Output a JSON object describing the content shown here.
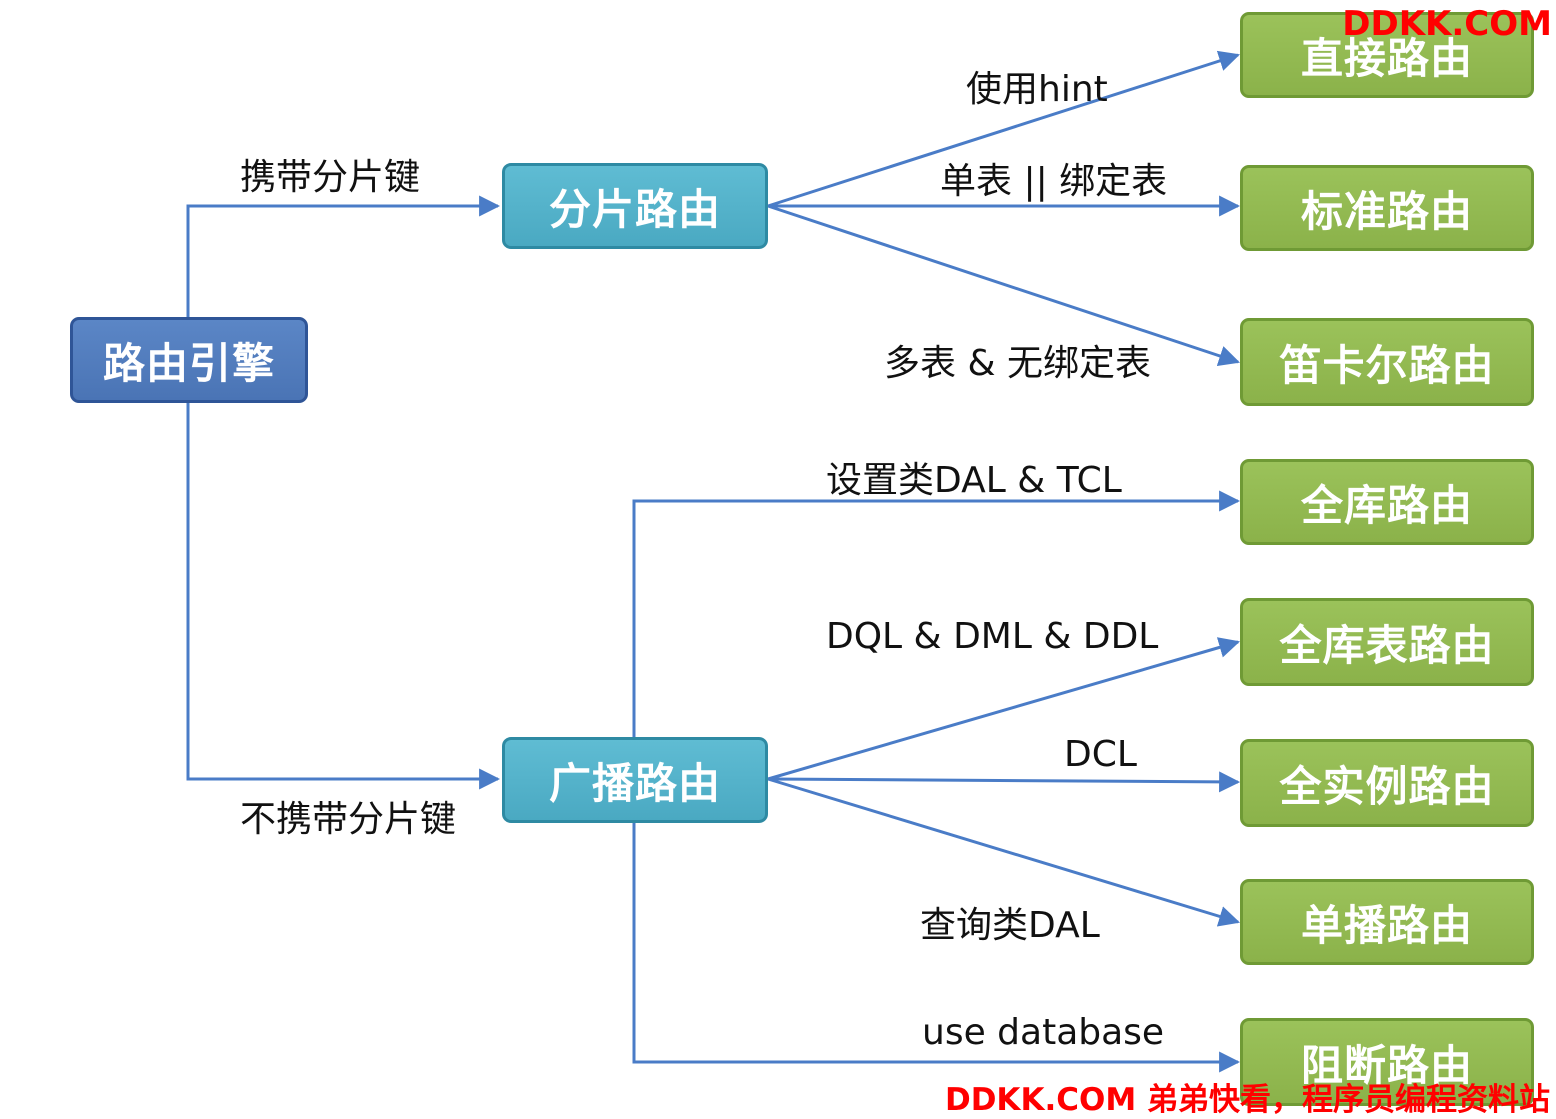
{
  "colors": {
    "line": "#4a7cc7",
    "root_fill": "#4f7cbf",
    "mid_fill": "#55b3cb",
    "leaf_fill": "#92bb50",
    "watermark": "#ff0000"
  },
  "nodes": {
    "root": "路由引擎",
    "shard": "分片路由",
    "broadcast": "广播路由",
    "direct": "直接路由",
    "standard": "标准路由",
    "cartesian": "笛卡尔路由",
    "all_db": "全库路由",
    "all_db_table": "全库表路由",
    "all_instance": "全实例路由",
    "unicast": "单播路由",
    "block": "阻断路由"
  },
  "edges": {
    "with_shard_key": "携带分片键",
    "without_shard_key": "不携带分片键",
    "use_hint": "使用hint",
    "single_binding": "单表 || 绑定表",
    "multi_no_binding": "多表 & 无绑定表",
    "dal_tcl": "设置类DAL & TCL",
    "dql_dml_ddl": "DQL & DML & DDL",
    "dcl": "DCL",
    "query_dal": "查询类DAL",
    "use_database": "use database"
  },
  "watermark": {
    "top": "DDKK.COM",
    "bottom": "DDKK.COM 弟弟快看，程序员编程资料站"
  }
}
